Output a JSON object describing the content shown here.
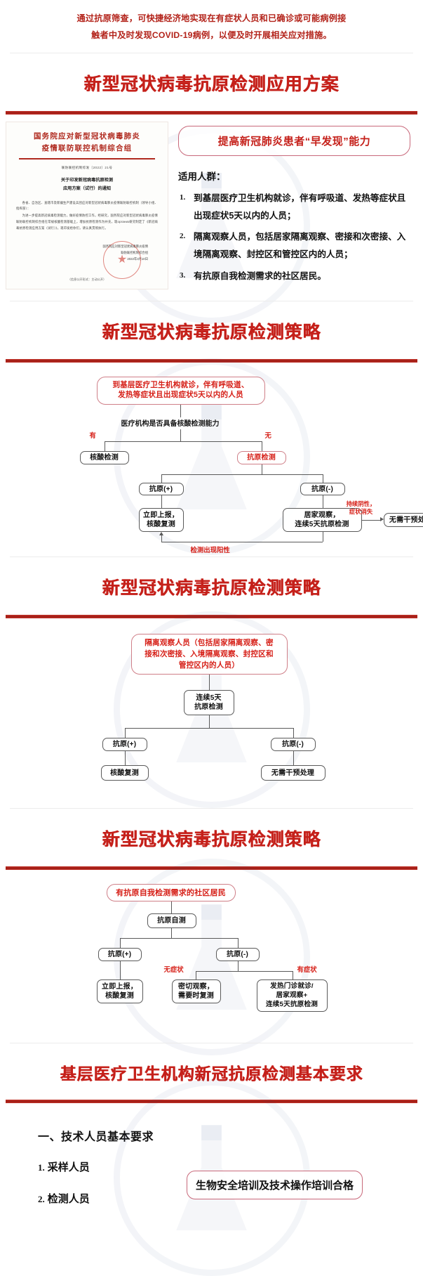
{
  "intro": {
    "line1": "通过抗原筛查，可快捷经济地实现在有症状人员和已确诊或可能病例接",
    "line2": "触者中及时发现COVID-19病例，以便及时开展相关应对措施。"
  },
  "sections": {
    "s1_title": "新型冠状病毒抗原检测应用方案",
    "s2_title": "新型冠状病毒抗原检测策略",
    "s3_title": "新型冠状病毒抗原检测策略",
    "s4_title": "新型冠状病毒抗原检测策略",
    "s5_title": "基层医疗卫生机构新冠抗原检测基本要求"
  },
  "document": {
    "issuer_line1": "国务院应对新型冠状病毒肺炎",
    "issuer_line2": "疫情联防联控机制综合组",
    "doc_number": "联防联控机制综发〔2022〕21号",
    "title_line1": "关于印发新冠病毒抗原检测",
    "title_line2": "应用方案（试行）的通知",
    "body_p1": "各省、自治区、直辖市及新疆生产建设兵团应对新型冠状病毒肺炎疫情联防联控机制（领导小组、指挥部）：",
    "body_p2": "为进一步提高新冠病毒检测能力，做好疫情防控工作，经研究，国务院应对新型冠状病毒肺炎疫情联防联控机制综合组在常规核酸检测基础上，增加抗原检测作为补充，现организ研究制定了《新冠病毒抗原检测应用方案（试行）》，现印发给你们，请认真贯彻执行。",
    "sign_line1": "国务院应对新型冠状病毒肺炎疫情",
    "sign_line2": "联防联控机制综合组",
    "sign_line3": "2022年3月10日",
    "footer": "（信息公开形式：主动公开）"
  },
  "highlight": {
    "callout": "提高新冠肺炎患者“早发现”能力",
    "applies_title": "适用人群：",
    "items": [
      {
        "num": "1.",
        "text": "到基层医疗卫生机构就诊，伴有呼吸道、发热等症状且出现症状5天以内的人员；"
      },
      {
        "num": "2.",
        "text": "隔离观察人员，包括居家隔离观察、密接和次密接、入境隔离观察、封控区和管控区内的人员；"
      },
      {
        "num": "3.",
        "text": "有抗原自我检测需求的社区居民。"
      }
    ]
  },
  "flow1": {
    "root": "到基层医疗卫生机构就诊，伴有呼吸道、\n发热等症状且出现症状5天以内的人员",
    "question": "医疗机构是否具备核酸检测能力",
    "branch_yes": "有",
    "branch_no": "无",
    "node_nat": "核酸检测",
    "node_ag": "抗原检测",
    "node_pos": "抗原(+)",
    "node_neg": "抗原(-)",
    "node_report": "立即上报，\n核酸复测",
    "node_home": "居家观察，\n连续5天抗原检测",
    "node_none": "无需干预处理",
    "edge_persist_neg": "持续阴性，\n症状消失",
    "edge_turn_pos": "检测出现阳性"
  },
  "flow2": {
    "root": "隔离观察人员（包括居家隔离观察、密\n接和次密接、入境隔离观察、封控区和\n管控区内的人员）",
    "node_test": "连续5天\n抗原检测",
    "node_pos": "抗原(+)",
    "node_neg": "抗原(-)",
    "node_retest": "核酸复测",
    "node_none": "无需干预处理"
  },
  "flow3": {
    "root": "有抗原自我检测需求的社区居民",
    "node_self": "抗原自测",
    "node_pos": "抗原(+)",
    "node_neg": "抗原(-)",
    "node_report": "立即上报，\n核酸复测",
    "label_asym": "无症状",
    "label_sym": "有症状",
    "node_watch": "密切观察，\n需要时复测",
    "node_fever": "发热门诊就诊/\n居家观察+\n连续5天抗原检测"
  },
  "requirements": {
    "heading": "一、技术人员基本要求",
    "items": [
      {
        "idx": "1.",
        "text": "采样人员"
      },
      {
        "idx": "2.",
        "text": "检测人员"
      }
    ],
    "box": "生物安全培训及技术操作培训合格"
  },
  "colors": {
    "brand_red": "#c5201a",
    "text_red": "#d61f17",
    "rule_red": "#9e1b13",
    "node_border": "#5a5a5a",
    "node_border_red": "#cf7f88"
  }
}
